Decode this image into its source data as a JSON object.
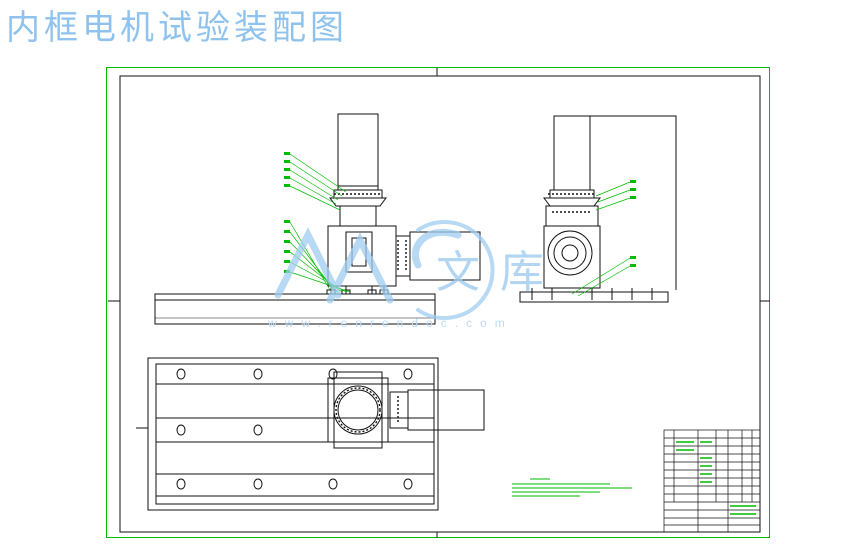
{
  "page": {
    "title": "内框电机试验装配图"
  },
  "watermark": {
    "url": "www.renrendoc.com",
    "logo_chars": "人人文库",
    "logo_icon": "renrendoc-logo-icon"
  },
  "colors": {
    "title": "#8fc3ee",
    "sheet_border": "#00bb00",
    "linework": "#111111",
    "leaders": "#00bb00",
    "watermark": "#9fcdf0"
  }
}
